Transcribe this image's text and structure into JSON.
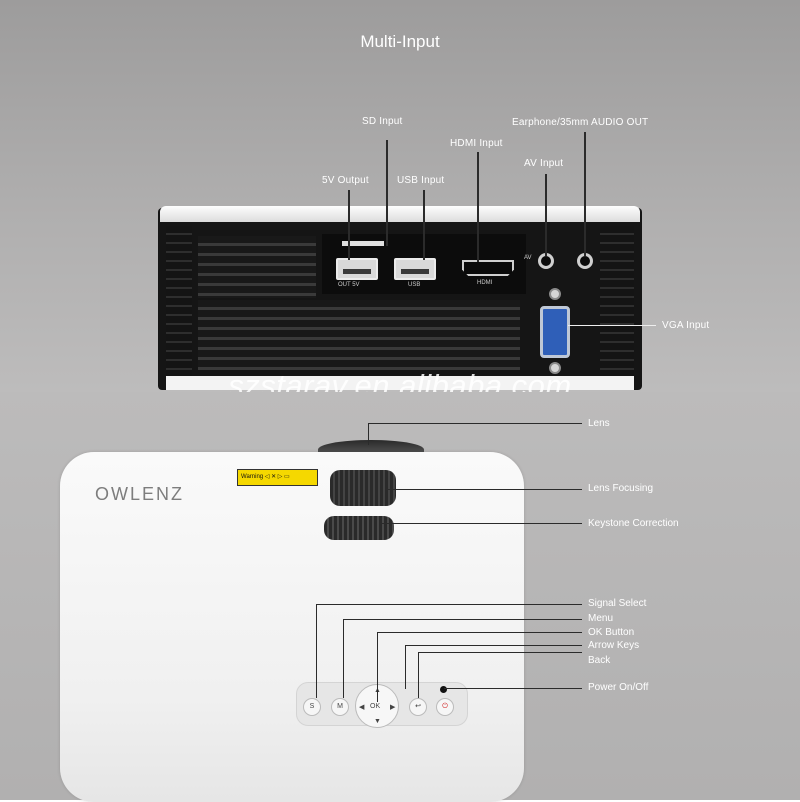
{
  "title": "Multi-Input",
  "watermark": "szstarav.en.alibaba.com",
  "ports": {
    "sd_input": "SD Input",
    "v5_output": "5V Output",
    "usb_input": "USB Input",
    "hdmi_input": "HDMI Input",
    "av_input": "AV Input",
    "earphone": "Earphone/35mm AUDIO OUT",
    "vga_input": "VGA Input"
  },
  "port_markings": {
    "out5v": "OUT 5V",
    "usb": "USB",
    "hdmi": "HDMI",
    "av": "AV"
  },
  "brand": "OWLENZ",
  "warning_sticker": "Warning",
  "controls": {
    "lens": "Lens",
    "lens_focusing": "Lens Focusing",
    "keystone": "Keystone Correction",
    "signal_select": "Signal Select",
    "menu": "Menu",
    "ok_button": "OK Button",
    "arrow_keys": "Arrow Keys",
    "back": "Back",
    "power": "Power On/Off"
  },
  "button_glyphs": {
    "s": "S",
    "m": "M",
    "ok": "OK"
  },
  "colors": {
    "vga_port": "#2f5fb8",
    "warning_label": "#f5d800",
    "power_button": "#d02020"
  }
}
